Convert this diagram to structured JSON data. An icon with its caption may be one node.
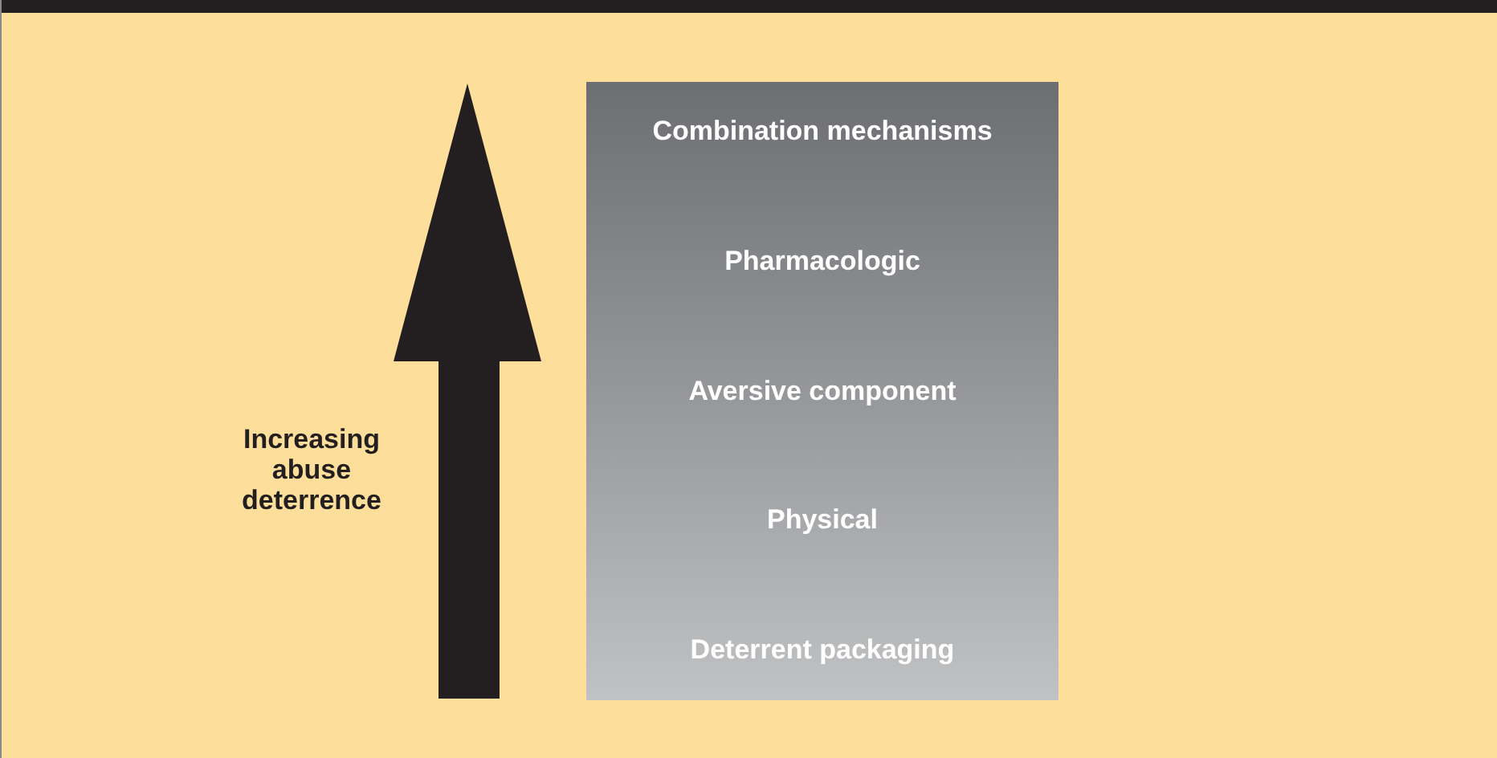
{
  "diagram": {
    "nodes": [
      {
        "text": [
          "Combination mechanisms",
          "Pharmacologic",
          "Aversive component",
          "Physical",
          "Deterrent packaging"
        ]
      }
    ],
    "labels": [
      "Increasing abuse deterrence"
    ]
  }
}
